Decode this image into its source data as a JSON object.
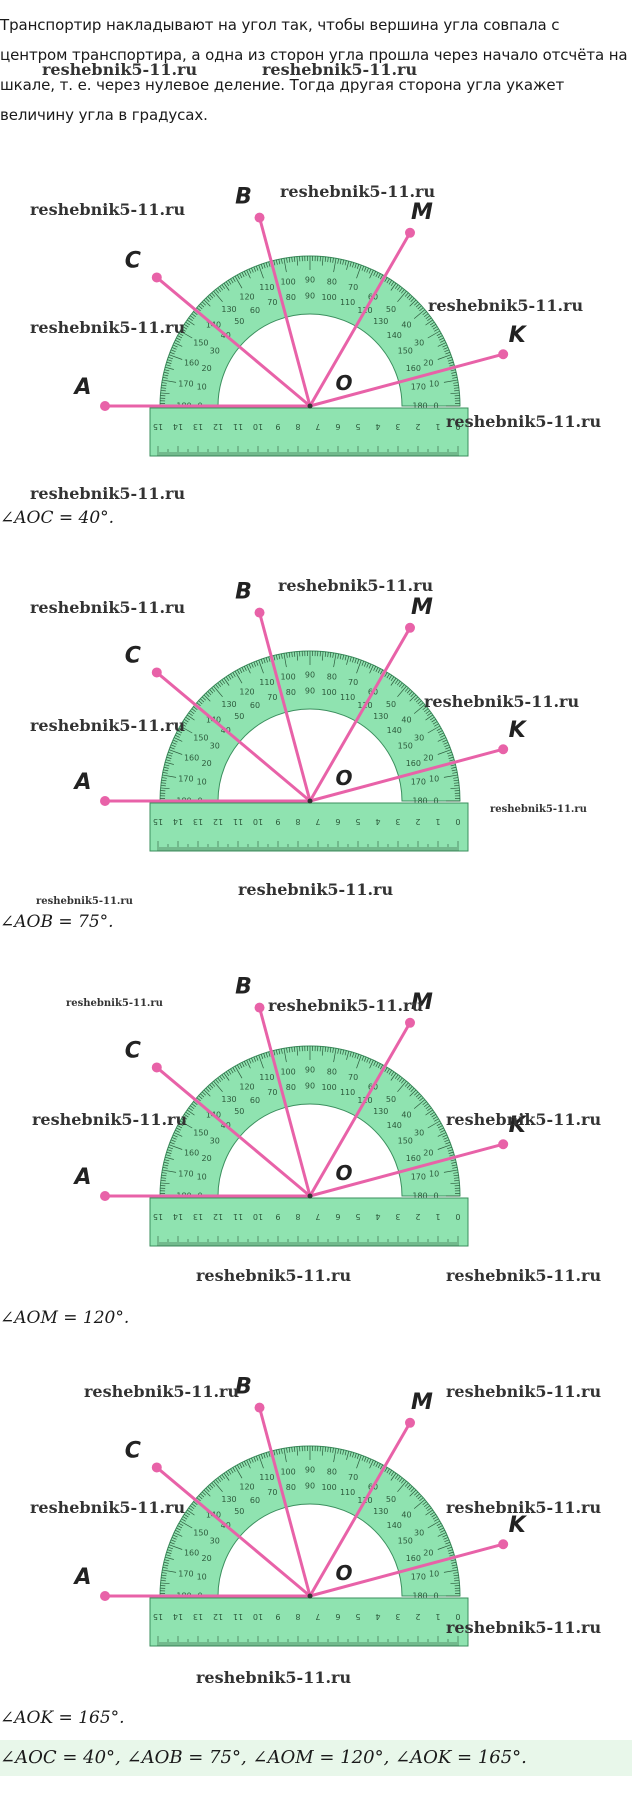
{
  "intro": "Транспортир накладывают на угол так, чтобы вершина угла совпала с центром транспортира, а одна из сторон угла прошла через начало отсчёта на шкале, т. е. через нулевое деление. Тогда другая сторона угла укажет величину угла в градусах.",
  "watermark": "reshebnik5-11.ru",
  "point_labels": {
    "A": "A",
    "B": "B",
    "C": "C",
    "M": "M",
    "K": "K",
    "O": "O"
  },
  "ray_angles_deg": {
    "K": 15,
    "M": 60,
    "B": 105,
    "C": 140,
    "A": 180
  },
  "scale_numbers": [
    "0",
    "10",
    "20",
    "30",
    "40",
    "50",
    "60",
    "70",
    "80",
    "90",
    "100",
    "110",
    "120",
    "130",
    "140",
    "150",
    "160",
    "170",
    "180"
  ],
  "ruler_numbers": [
    "15",
    "14",
    "13",
    "12",
    "11",
    "10",
    "9",
    "8",
    "7",
    "6",
    "5",
    "4",
    "3",
    "2",
    "1",
    "0"
  ],
  "colors": {
    "protractor": "#8fe3b0",
    "protractor_edge": "#3b8f5e",
    "ray": "#e862a8",
    "tick": "#2d5a3c"
  },
  "figures": [
    {
      "result": "∠AOC = 40°."
    },
    {
      "result": "∠AOB = 75°."
    },
    {
      "result": "∠AOM = 120°."
    },
    {
      "result": "∠AOK = 165°."
    }
  ],
  "answer": "∠AOC = 40°, ∠AOB = 75°, ∠AOM = 120°, ∠AOK = 165°."
}
